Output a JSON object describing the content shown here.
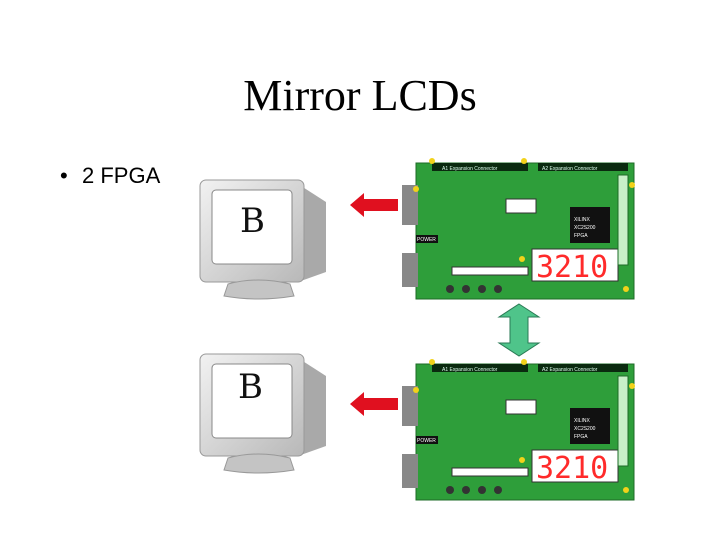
{
  "slide": {
    "title": "Mirror LCDs",
    "bullet": "2 FPGA",
    "monitor_letter_top": "B",
    "monitor_letter_bottom": "B"
  },
  "colors": {
    "board_green": "#2e9e3a",
    "arrow_red": "#e0101f",
    "double_arrow_green": "#4fc48a",
    "display_red": "#ff2a2a"
  },
  "icons": {
    "monitor": "crt-monitor-icon",
    "arrow": "left-arrow-icon",
    "double_arrow": "vertical-double-arrow-icon",
    "board": "fpga-board-icon"
  }
}
